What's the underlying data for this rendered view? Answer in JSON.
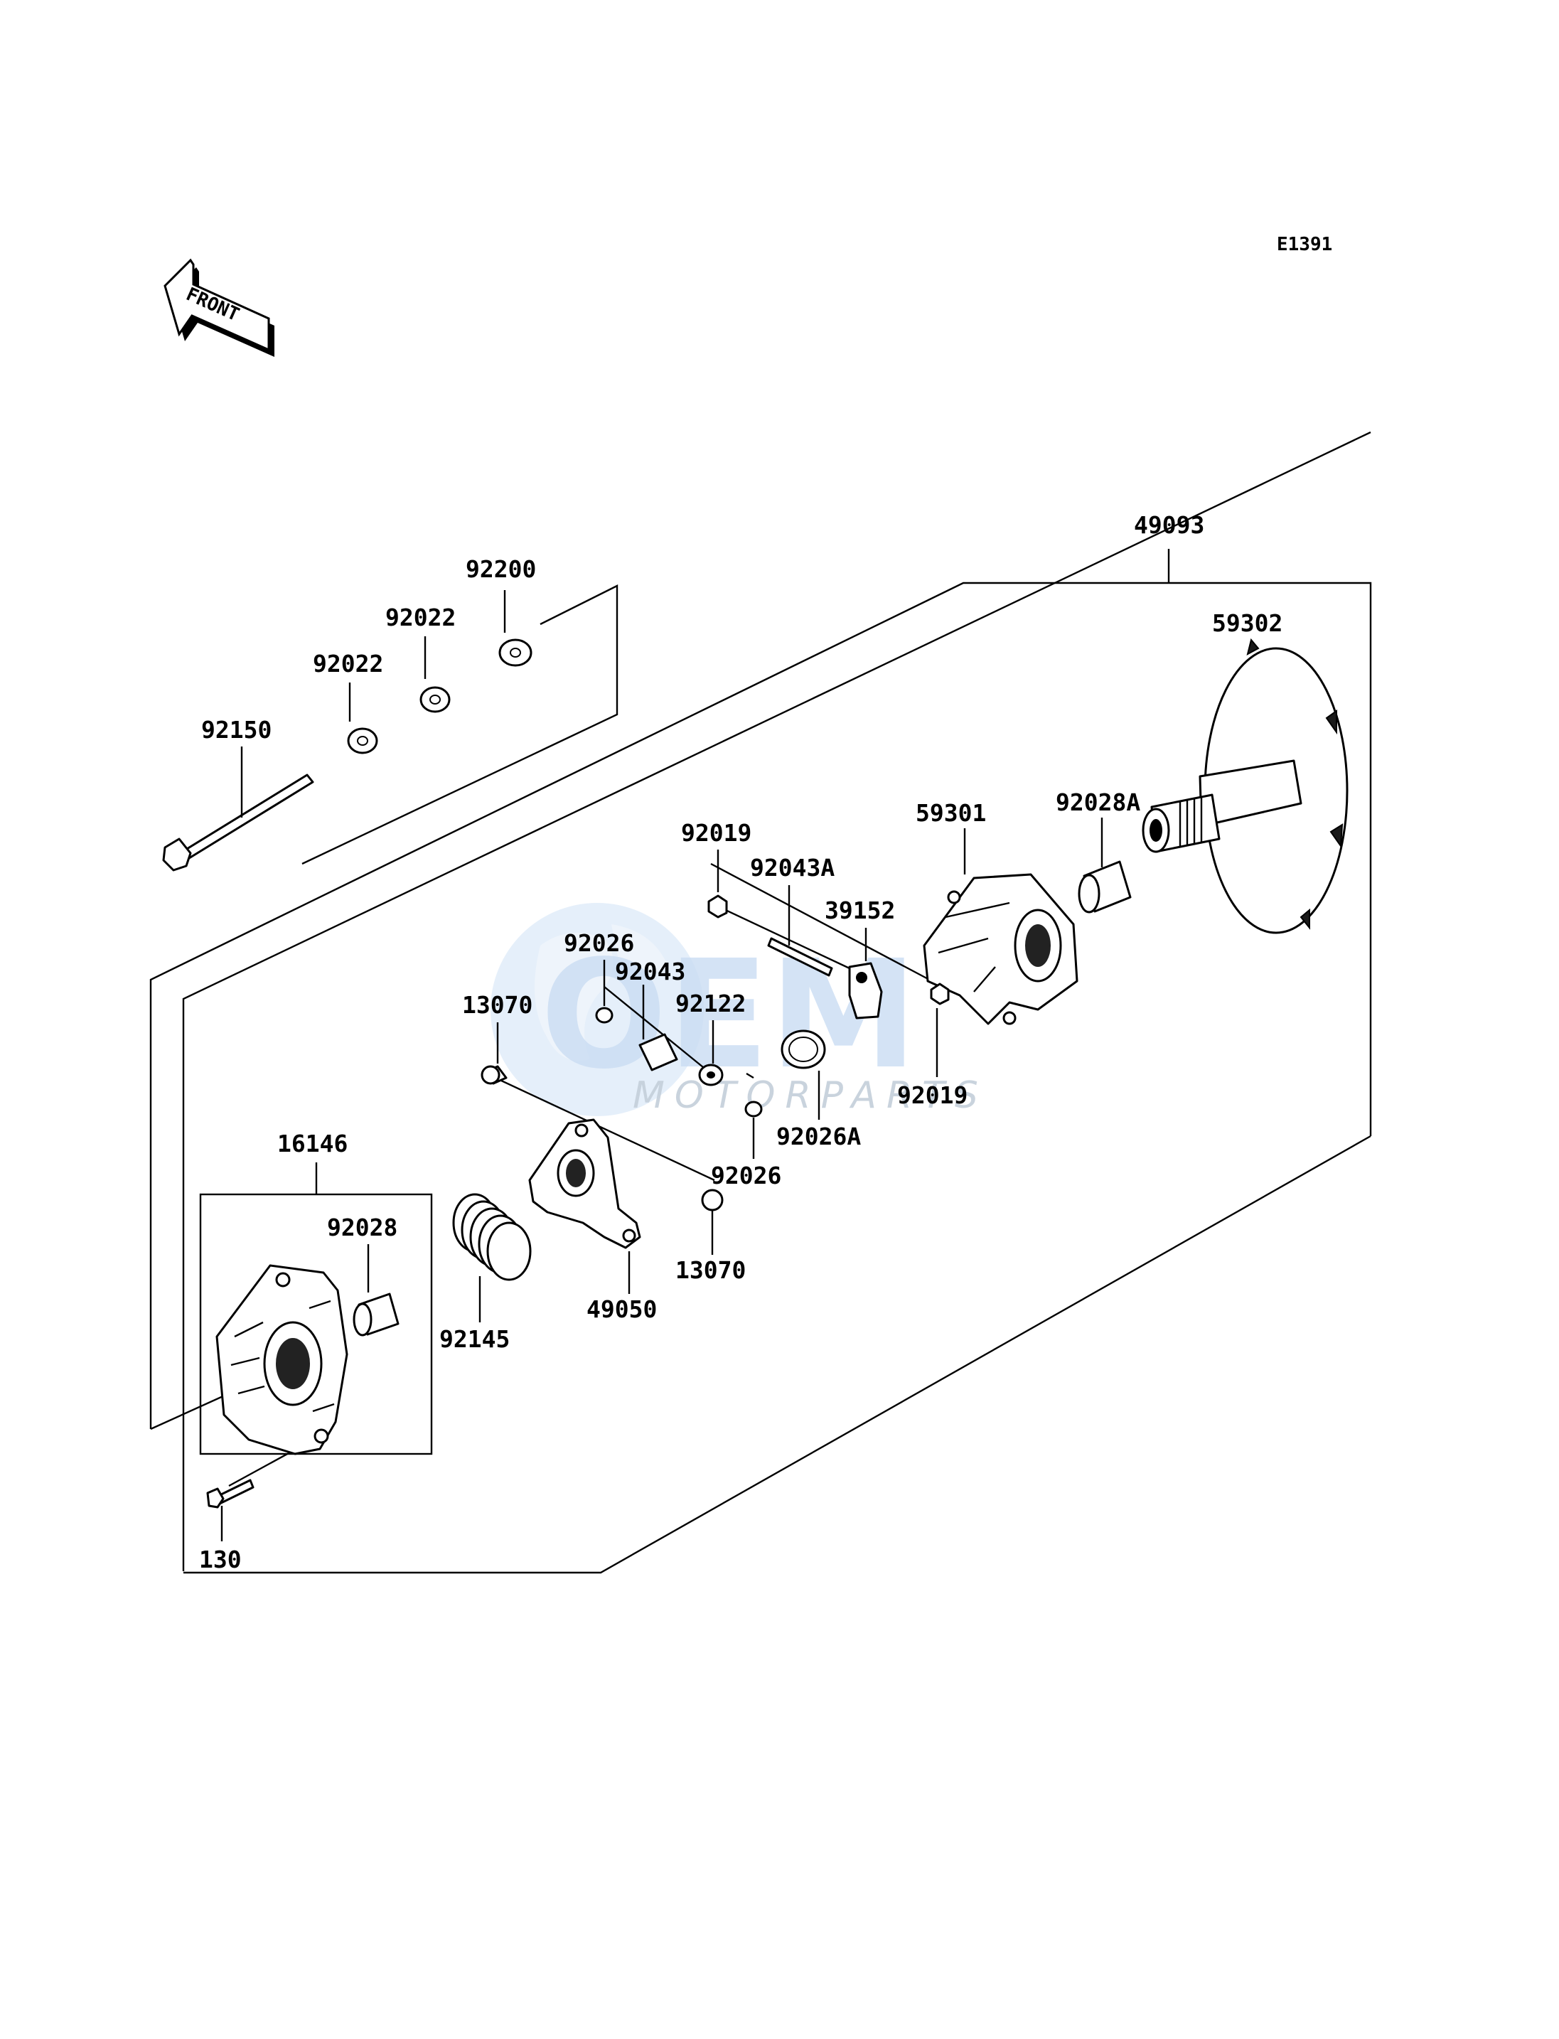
{
  "diagram": {
    "code": "E1391",
    "front_label": "FRONT",
    "watermark": {
      "title": "OEM",
      "subtitle": "MOTORPARTS"
    },
    "parts": {
      "p49093": "49093",
      "p59302": "59302",
      "p92028A": "92028A",
      "p59301": "59301",
      "p92200": "92200",
      "p92022a": "92022",
      "p92022b": "92022",
      "p92150": "92150",
      "p92019a": "92019",
      "p92043A": "92043A",
      "p39152": "39152",
      "p92026a": "92026",
      "p92043": "92043",
      "p92122": "92122",
      "p13070a": "13070",
      "p92019b": "92019",
      "p92026A": "92026A",
      "p92026b": "92026",
      "p16146": "16146",
      "p92028": "92028",
      "p13070b": "13070",
      "p92145": "92145",
      "p49050": "49050",
      "p130": "130"
    }
  }
}
